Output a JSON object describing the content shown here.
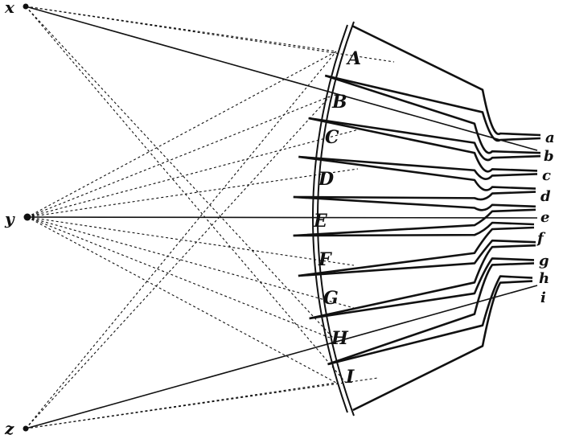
{
  "points": {
    "x": "x",
    "y": "y",
    "z": "z"
  },
  "segments": [
    "A",
    "B",
    "C",
    "D",
    "E",
    "F",
    "G",
    "H",
    "I"
  ],
  "tubes": [
    "a",
    "b",
    "c",
    "d",
    "e",
    "f",
    "g",
    "h",
    "i"
  ],
  "colors": {
    "ink": "#111111",
    "paper": "#ffffff"
  }
}
